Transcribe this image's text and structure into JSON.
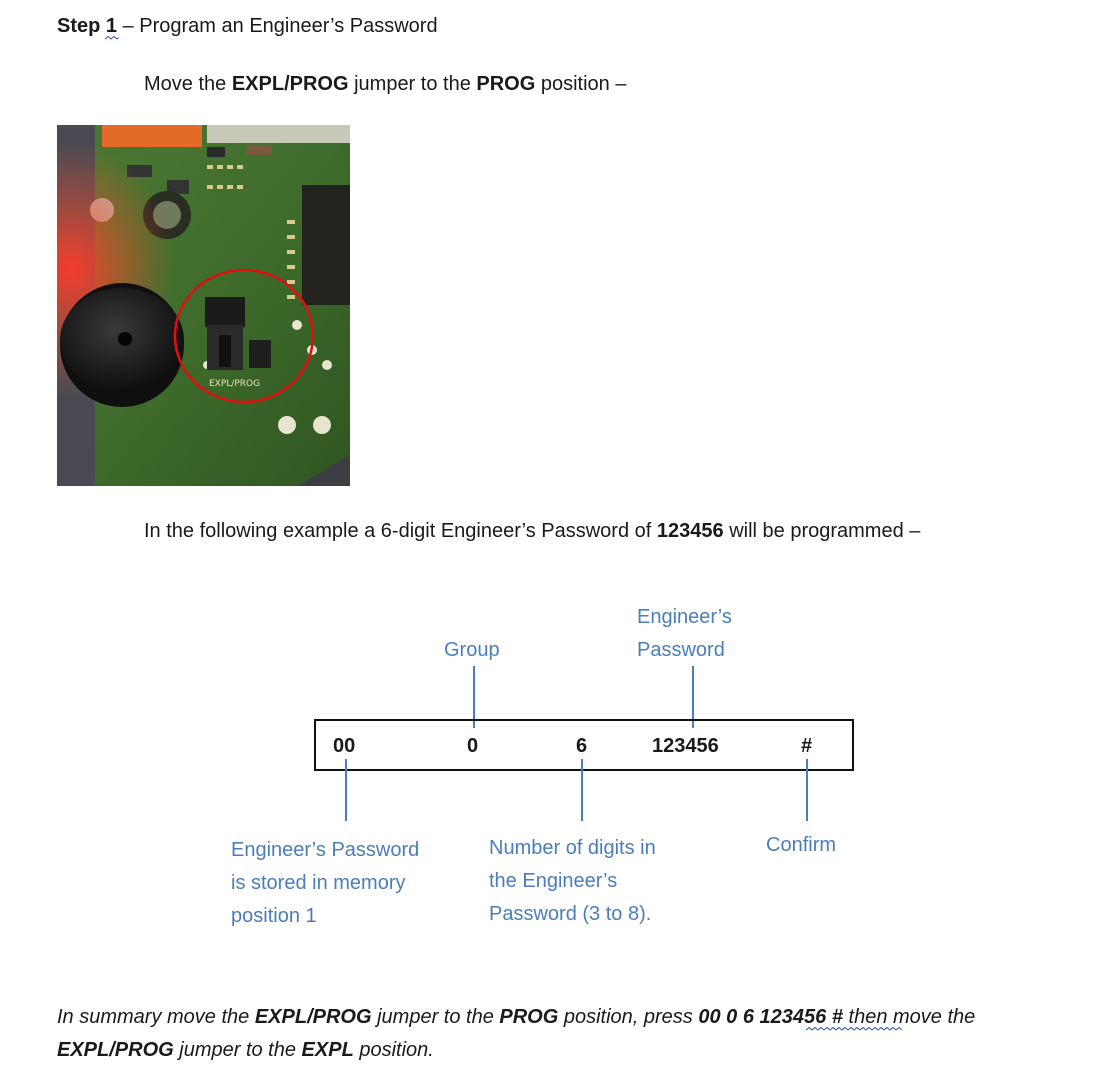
{
  "heading": {
    "step_word": "Step ",
    "step_num": "1",
    "rest": " – Program an Engineer’s Password"
  },
  "move_line": {
    "p1": "Move the ",
    "b1": "EXPL/PROG",
    "p2": " jumper to the ",
    "b2": "PROG",
    "p3": " position –"
  },
  "photo": {
    "board_label": "EXPL/PROG"
  },
  "example_line": {
    "p1": "In the following example a 6-digit Engineer’s Password of ",
    "b1": "123456",
    "p2": " will be programmed –"
  },
  "diagram": {
    "labels_top": {
      "group": "Group",
      "password_l1": "Engineer’s",
      "password_l2": "Password"
    },
    "codes": {
      "memory": "00",
      "group": "0",
      "digits": "6",
      "password": "123456",
      "confirm": "#"
    },
    "labels_bottom": {
      "memory_l1": "Engineer’s Password",
      "memory_l2": "is stored in memory",
      "memory_l3": "position 1",
      "digits_l1": "Number of digits in",
      "digits_l2": "the Engineer’s",
      "digits_l3": "Password (3 to 8).",
      "confirm": "Confirm"
    },
    "colors": {
      "label_blue": "#4a7ebb",
      "box_border": "#111111"
    }
  },
  "summary": {
    "i1": "In summary move the ",
    "b1": "EXPL/PROG",
    "i2": " jumper to the ",
    "b2": "PROG",
    "i3": " position, press ",
    "b3": "00 0 6 123456 #",
    "i4": " then move the",
    "b4": "EXPL/PROG",
    "i5": " jumper to the ",
    "b5": "EXPL",
    "i6": " position."
  }
}
